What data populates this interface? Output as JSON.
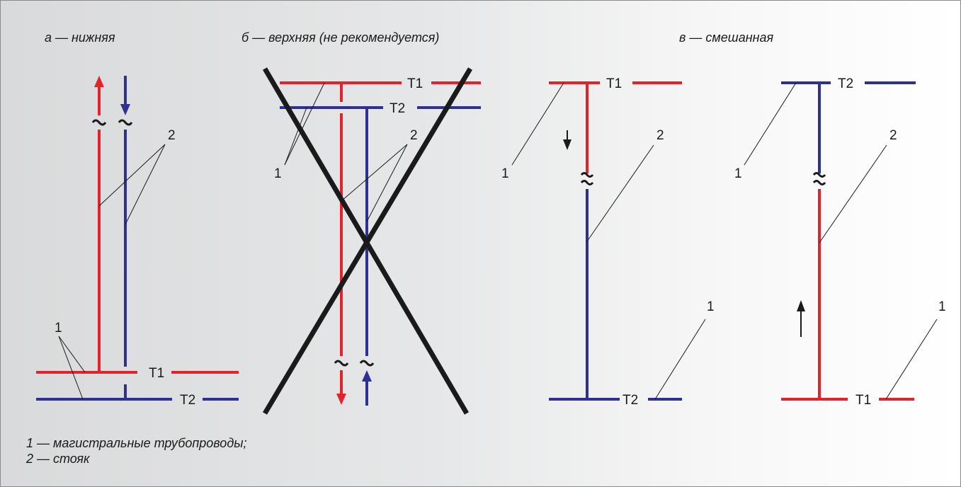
{
  "captions": {
    "a": "а — нижняя",
    "b": "б — верхняя (не рекомендуется)",
    "c": "в — смешанная"
  },
  "labels": {
    "t1": "Т1",
    "t2": "Т2",
    "n1": "1",
    "n2": "2"
  },
  "legend": {
    "line1": "1 — магистральные трубопроводы;",
    "line2": "2 — стояк"
  },
  "colors": {
    "supply": "#e3232b",
    "return": "#2e3192",
    "ink": "#1a1a1a"
  }
}
